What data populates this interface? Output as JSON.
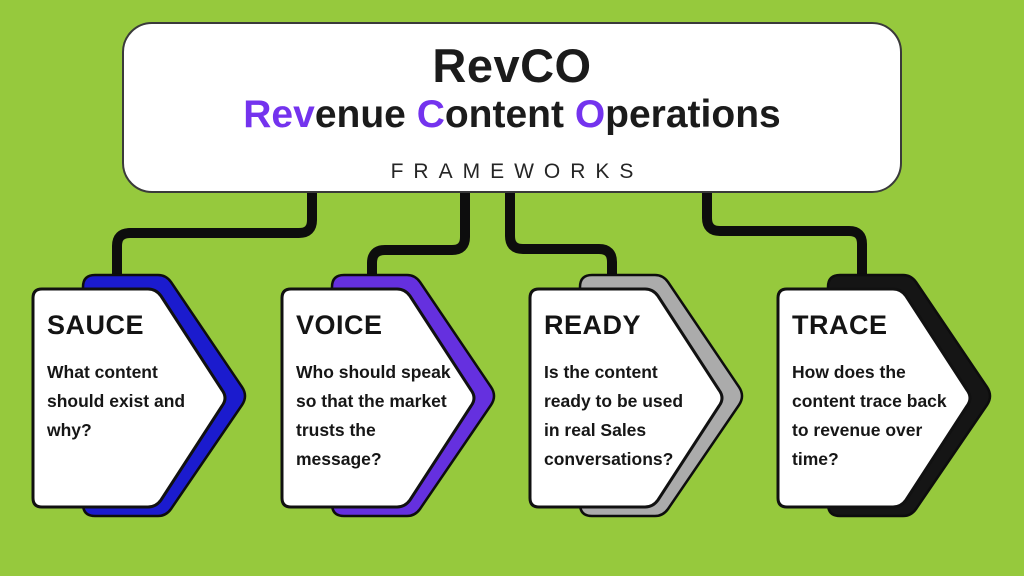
{
  "colors": {
    "background": "#96C93D",
    "title_accent": "#7433EE",
    "line": "#0d0d0d",
    "sauce_accent": "#1B1BCE",
    "voice_accent": "#6530DF",
    "ready_accent": "#ABABAB",
    "trace_accent": "#151515"
  },
  "header": {
    "title": "RevCO",
    "subtitle_segments": [
      {
        "text": "Rev",
        "accent": true
      },
      {
        "text": "enue ",
        "accent": false
      },
      {
        "text": "C",
        "accent": true
      },
      {
        "text": "ontent ",
        "accent": false
      },
      {
        "text": "O",
        "accent": true
      },
      {
        "text": "perations",
        "accent": false
      }
    ],
    "tagline": "FRAMEWORKS"
  },
  "cards": [
    {
      "title": "SAUCE",
      "body": "What content\nshould exist and\nwhy?",
      "accent_color": "#1B1BCE"
    },
    {
      "title": "VOICE",
      "body": "Who should speak\nso that the market\ntrusts the\nmessage?",
      "accent_color": "#6530DF"
    },
    {
      "title": "READY",
      "body": "Is the content\nready to be used\nin real Sales\nconversations?",
      "accent_color": "#ABABAB"
    },
    {
      "title": "TRACE",
      "body": "How does the\ncontent trace back\nto revenue over\ntime?",
      "accent_color": "#151515"
    }
  ]
}
